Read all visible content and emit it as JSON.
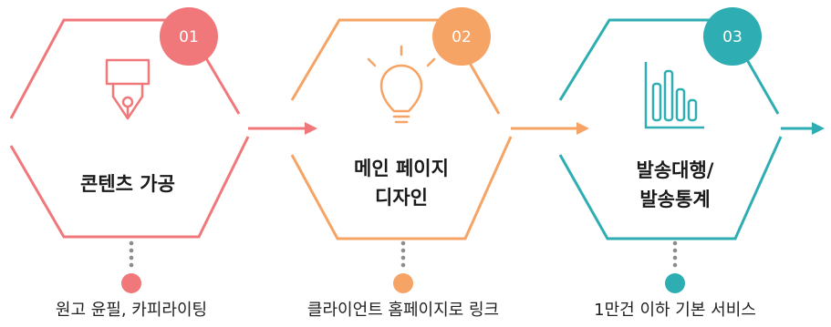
{
  "colors": {
    "step1": "#F0787A",
    "step2": "#F6A466",
    "step3": "#2EADB3",
    "dots": "#8C8C8C"
  },
  "steps": [
    {
      "number": "01",
      "title_lines": [
        "콘텐츠 가공"
      ],
      "icon": "fountain-pen-icon",
      "description": "원고 윤필, 카피라이팅"
    },
    {
      "number": "02",
      "title_lines": [
        "메인 페이지",
        "디자인"
      ],
      "icon": "light-bulb-icon",
      "description": "클라이언트 홈페이지로 링크"
    },
    {
      "number": "03",
      "title_lines": [
        "발송대행/",
        "발송통계"
      ],
      "icon": "bar-chart-icon",
      "description": "1만건 이하 기본 서비스"
    }
  ]
}
